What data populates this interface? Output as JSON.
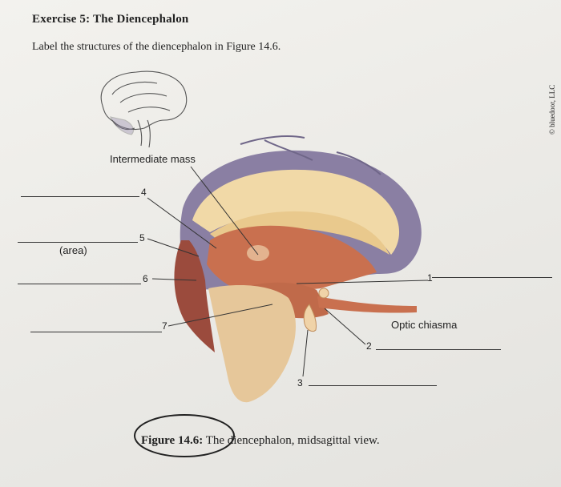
{
  "exercise": {
    "title": "Exercise 5: The Diencephalon",
    "instructions": "Label the structures of the diencephalon in Figure 14.6."
  },
  "figure": {
    "labels": {
      "intermediate_mass": "Intermediate mass",
      "area": "(area)",
      "optic_chiasma": "Optic chiasma"
    },
    "numbers": [
      "1",
      "2",
      "3",
      "4",
      "5",
      "6",
      "7"
    ],
    "caption_label": "Figure 14.6:",
    "caption_text": "The diencephalon, midsagittal view.",
    "copyright": "© bluedoor, LLC"
  },
  "colors": {
    "cortex_gray": "#8a7fa3",
    "white_matter": "#f1d9a7",
    "thalamus": "#c9704f",
    "brainstem": "#e6c79a"
  }
}
